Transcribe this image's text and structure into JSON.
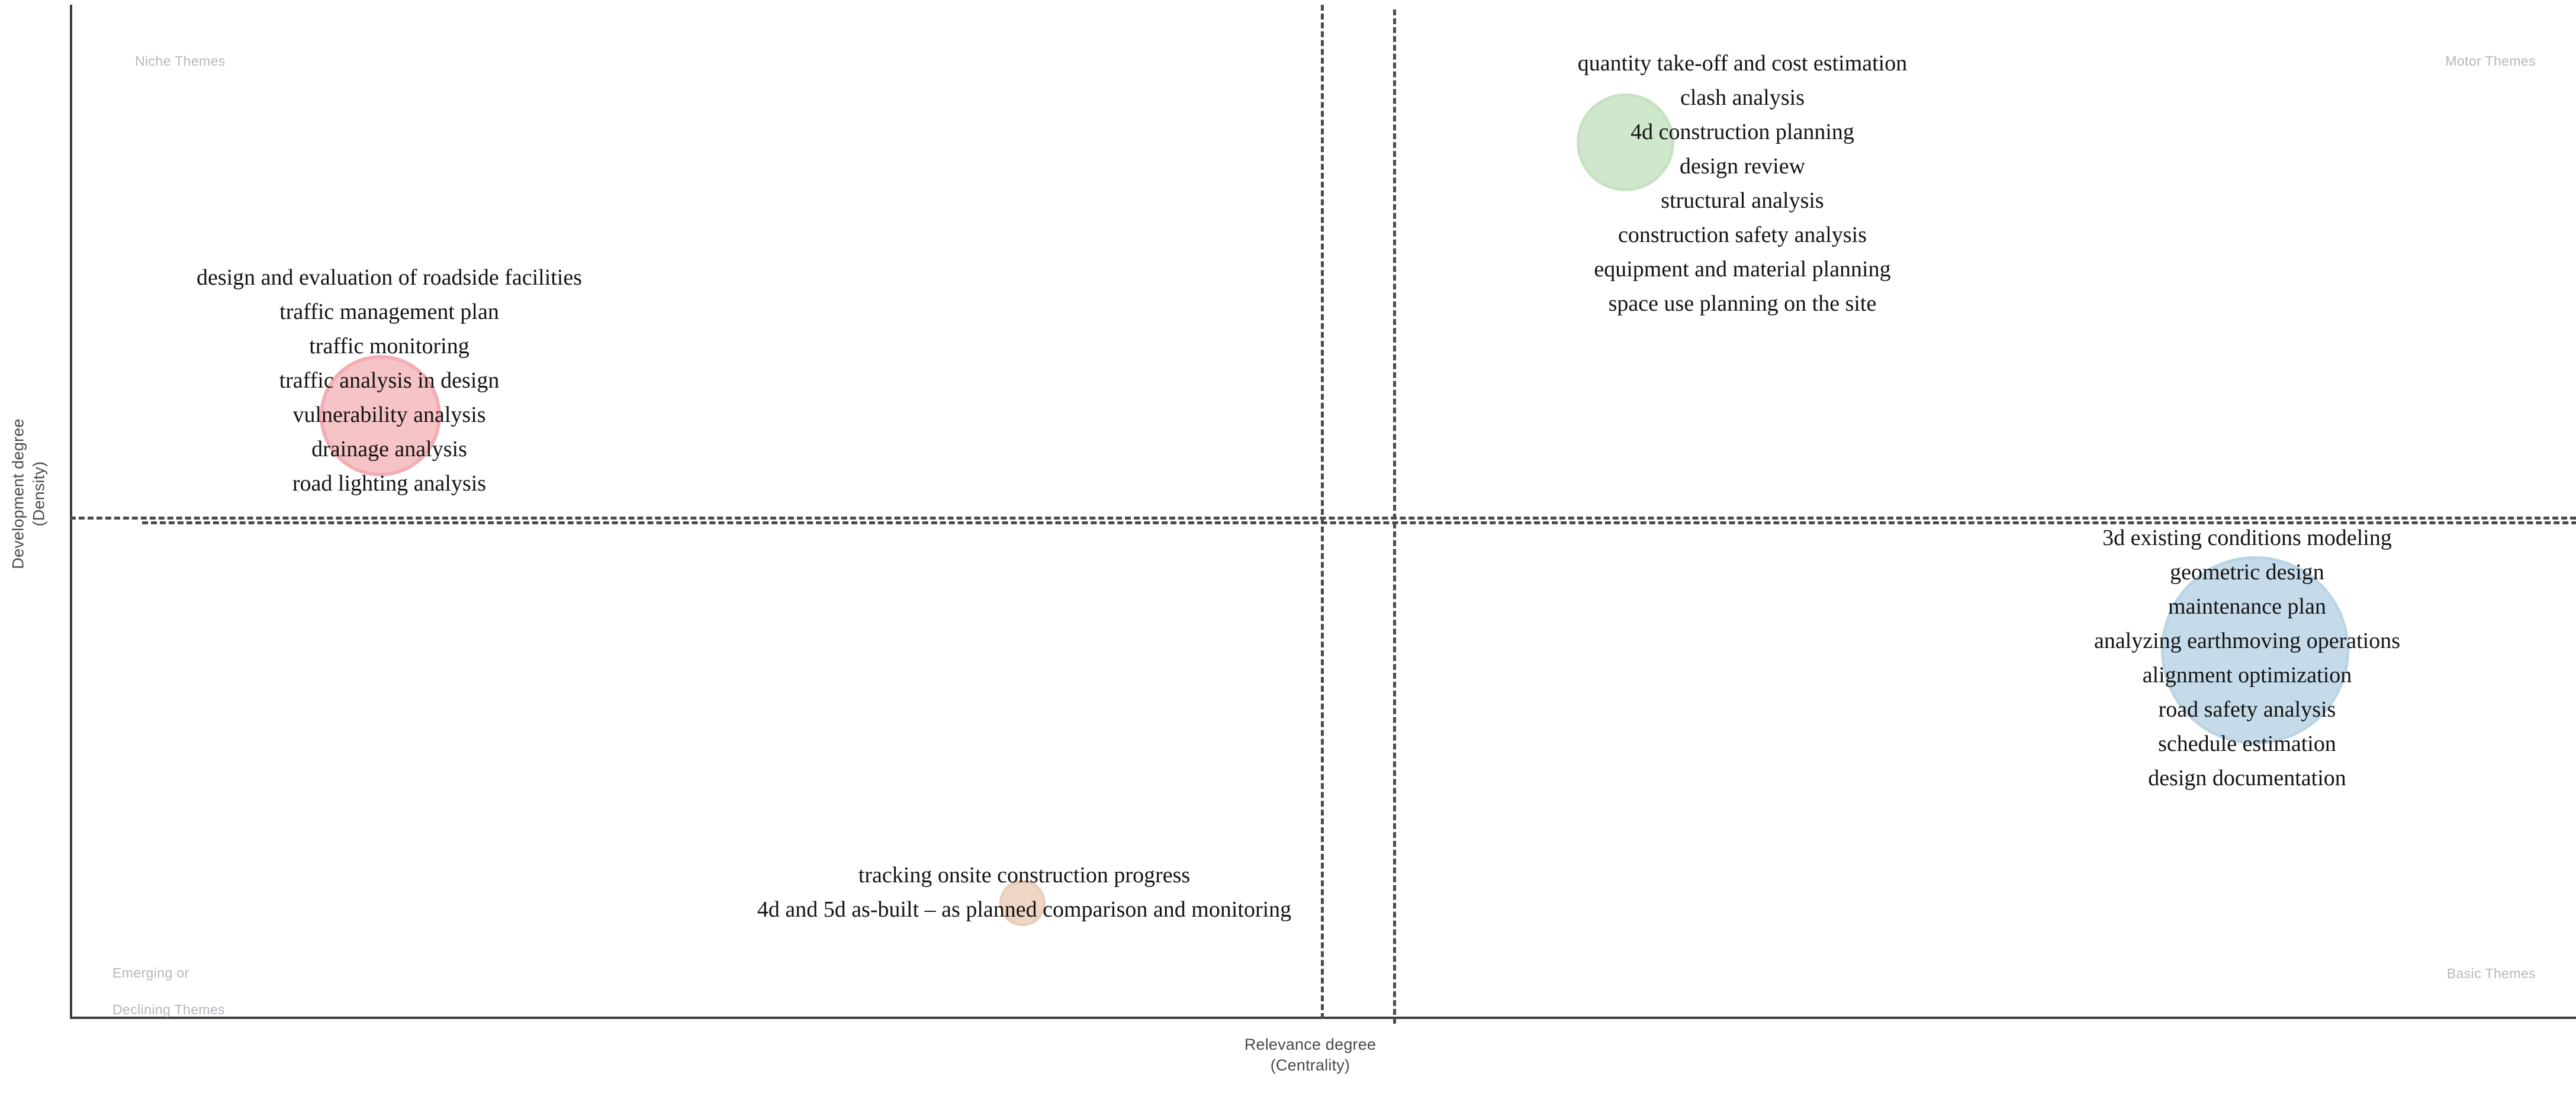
{
  "chart_data": {
    "type": "scatter",
    "title": "",
    "xlabel": "Relevance degree\n(Centrality)",
    "ylabel": "Development degree\n(Density)",
    "grid": false,
    "legend": "none",
    "quadrant_labels": {
      "top_left": "Niche Themes",
      "top_right": "Motor Themes",
      "bottom_left": "Emerging or\nDeclining Themes",
      "bottom_right": "Basic Themes"
    },
    "divider_lines": {
      "vertical_x_fraction": 0.5,
      "horizontal_y_fraction": 0.5,
      "style": "dashed"
    },
    "clusters": [
      {
        "quadrant": "Niche Themes",
        "color": "#f6c3c6",
        "border_color": "#f2aeb3",
        "terms": [
          "design and evaluation of roadside facilities",
          "traffic management plan",
          "traffic monitoring",
          "traffic analysis in design",
          "vulnerability analysis",
          "drainage analysis",
          "road lighting analysis"
        ]
      },
      {
        "quadrant": "Motor Themes",
        "color": "#cfe7cb",
        "border_color": "#c6e2c1",
        "terms": [
          "quantity take-off and cost estimation",
          "clash analysis",
          "4d construction planning",
          "design review",
          "structural analysis",
          "construction safety analysis",
          "equipment and material planning",
          "space use planning on the site"
        ]
      },
      {
        "quadrant": "Basic Themes",
        "color": "#c5dbea",
        "border_color": "#bad4e6",
        "terms": [
          "3d existing conditions modeling",
          "geometric design",
          "maintenance plan",
          "analyzing earthmoving operations",
          "alignment optimization",
          "road safety analysis",
          "schedule estimation",
          "design documentation"
        ]
      },
      {
        "quadrant": "Emerging or Declining Themes",
        "color": "#eed5c4",
        "border_color": "#e8ccb9",
        "terms": [
          "tracking onsite construction progress",
          "4d and 5d as-built – as planned comparison and monitoring"
        ]
      }
    ]
  },
  "axes": {
    "y_title_line1": "Development degree",
    "y_title_line2": "(Density)",
    "x_title_line1": "Relevance degree",
    "x_title_line2": "(Centrality)"
  },
  "quadrants": {
    "niche": "Niche Themes",
    "motor": "Motor Themes",
    "emerging_line1": "Emerging or",
    "emerging_line2": "Declining Themes",
    "basic": "Basic Themes"
  },
  "niche_terms": {
    "t0": "design and evaluation of roadside facilities",
    "t1": "traffic management plan",
    "t2": "traffic monitoring",
    "t3": "traffic analysis in design",
    "t4": "vulnerability analysis",
    "t5": "drainage analysis",
    "t6": "road lighting analysis"
  },
  "motor_terms": {
    "t0": "quantity take-off and cost estimation",
    "t1": "clash analysis",
    "t2": "4d construction planning",
    "t3": "design review",
    "t4": "structural analysis",
    "t5": "construction safety analysis",
    "t6": "equipment and material planning",
    "t7": "space use planning on the site"
  },
  "basic_terms": {
    "t0": "3d existing conditions modeling",
    "t1": "geometric design",
    "t2": "maintenance plan",
    "t3": "analyzing earthmoving operations",
    "t4": "alignment optimization",
    "t5": "road safety analysis",
    "t6": "schedule estimation",
    "t7": "design documentation"
  },
  "emerging_terms": {
    "t0": "tracking onsite construction progress",
    "t1": "4d and 5d as-built – as planned comparison and monitoring"
  },
  "colors": {
    "bubble_niche": "#f6c3c6",
    "bubble_motor": "#cfe7cb",
    "bubble_basic": "#c5dbea",
    "bubble_emerging": "#eed5c4",
    "axis": "#3c3c3c",
    "divider": "#4c4c4c",
    "quadrant_label": "#b9b6bd",
    "term_text": "#141414"
  }
}
